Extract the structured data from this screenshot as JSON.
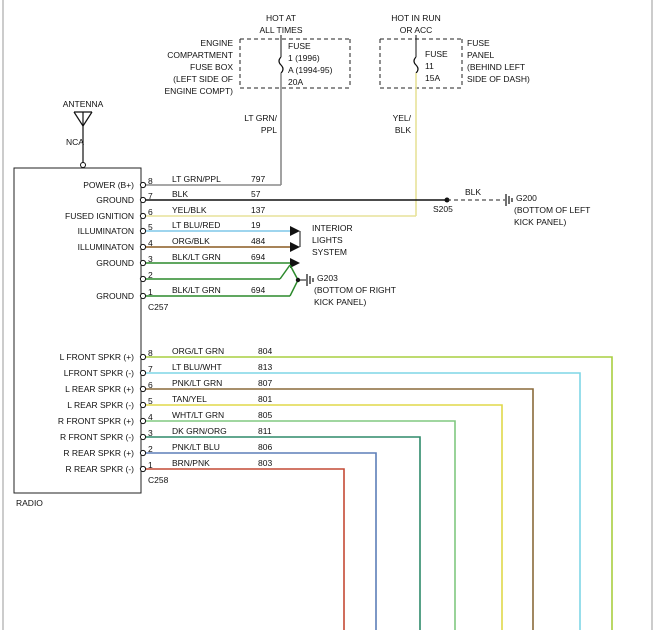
{
  "top_labels": {
    "hot_at": [
      "HOT AT",
      "ALL TIMES"
    ],
    "hot_in_run": [
      "HOT IN RUN",
      "OR ACC"
    ],
    "engine_fuse_box": [
      "ENGINE",
      "COMPARTMENT",
      "FUSE BOX",
      "(LEFT SIDE OF",
      "ENGINE COMPT)"
    ],
    "fuse_left": [
      "FUSE",
      "1  (1996)",
      "A  (1994-95)",
      "20A"
    ],
    "fuse_right": [
      "FUSE",
      "11",
      "15A"
    ],
    "fuse_panel": [
      "FUSE",
      "PANEL",
      "(BEHIND LEFT",
      "SIDE OF DASH)"
    ],
    "antenna": "ANTENNA",
    "nca": "NCA",
    "wire_power": [
      "LT GRN/",
      "PPL"
    ],
    "wire_ign": [
      "YEL/",
      "BLK"
    ]
  },
  "radio": {
    "label": "RADIO",
    "c257": "C257",
    "c258": "C258",
    "pin_labels_top": [
      "POWER (B+)",
      "GROUND",
      "FUSED IGNITION",
      "ILLUMINATON",
      "ILLUMINATON",
      "GROUND",
      "GROUND"
    ],
    "pin_labels_bottom": [
      "L FRONT SPKR (+)",
      "LFRONT SPKR (-)",
      "L REAR SPKR (+)",
      "L REAR SPKR (-)",
      "R FRONT SPKR (+)",
      "R FRONT SPKR (-)",
      "R REAR SPKR (+)",
      "R REAR SPKR (-)"
    ]
  },
  "c257_wires": [
    {
      "pin": "8",
      "color": "LT GRN/PPL",
      "circuit": "797"
    },
    {
      "pin": "7",
      "color": "BLK",
      "circuit": "57"
    },
    {
      "pin": "6",
      "color": "YEL/BLK",
      "circuit": "137"
    },
    {
      "pin": "5",
      "color": "LT BLU/RED",
      "circuit": "19"
    },
    {
      "pin": "4",
      "color": "ORG/BLK",
      "circuit": "484"
    },
    {
      "pin": "3",
      "color": "BLK/LT GRN",
      "circuit": "694"
    },
    {
      "pin": "2",
      "color": "",
      "circuit": ""
    },
    {
      "pin": "1",
      "color": "BLK/LT GRN",
      "circuit": "694"
    }
  ],
  "c258_wires": [
    {
      "pin": "8",
      "color": "ORG/LT GRN",
      "circuit": "804"
    },
    {
      "pin": "7",
      "color": "LT BLU/WHT",
      "circuit": "813"
    },
    {
      "pin": "6",
      "color": "PNK/LT GRN",
      "circuit": "807"
    },
    {
      "pin": "5",
      "color": "TAN/YEL",
      "circuit": "801"
    },
    {
      "pin": "4",
      "color": "WHT/LT GRN",
      "circuit": "805"
    },
    {
      "pin": "3",
      "color": "DK GRN/ORG",
      "circuit": "811"
    },
    {
      "pin": "2",
      "color": "PNK/LT BLU",
      "circuit": "806"
    },
    {
      "pin": "1",
      "color": "BRN/PNK",
      "circuit": "803"
    }
  ],
  "ground_labels": {
    "s205": "S205",
    "blk": "BLK",
    "g200": [
      "G200",
      "(BOTTOM OF LEFT",
      "KICK PANEL)"
    ],
    "g203": [
      "G203",
      "(BOTTOM OF RIGHT",
      "KICK PANEL)"
    ],
    "interior": [
      "INTERIOR",
      "LIGHTS",
      "SYSTEM"
    ]
  },
  "wire_colors": {
    "c257": [
      "#8a8a8a",
      "#111111",
      "#e7e29a",
      "#7fc7e9",
      "#8a5a20",
      "#2c8a2c",
      "#2c8a2c",
      "#2c8a2c"
    ],
    "c258": [
      "#a9cf40",
      "#7fd6e6",
      "#8a6a3a",
      "#e0d84a",
      "#80c880",
      "#2f8a6a",
      "#5d7fb8",
      "#c44a35"
    ]
  }
}
